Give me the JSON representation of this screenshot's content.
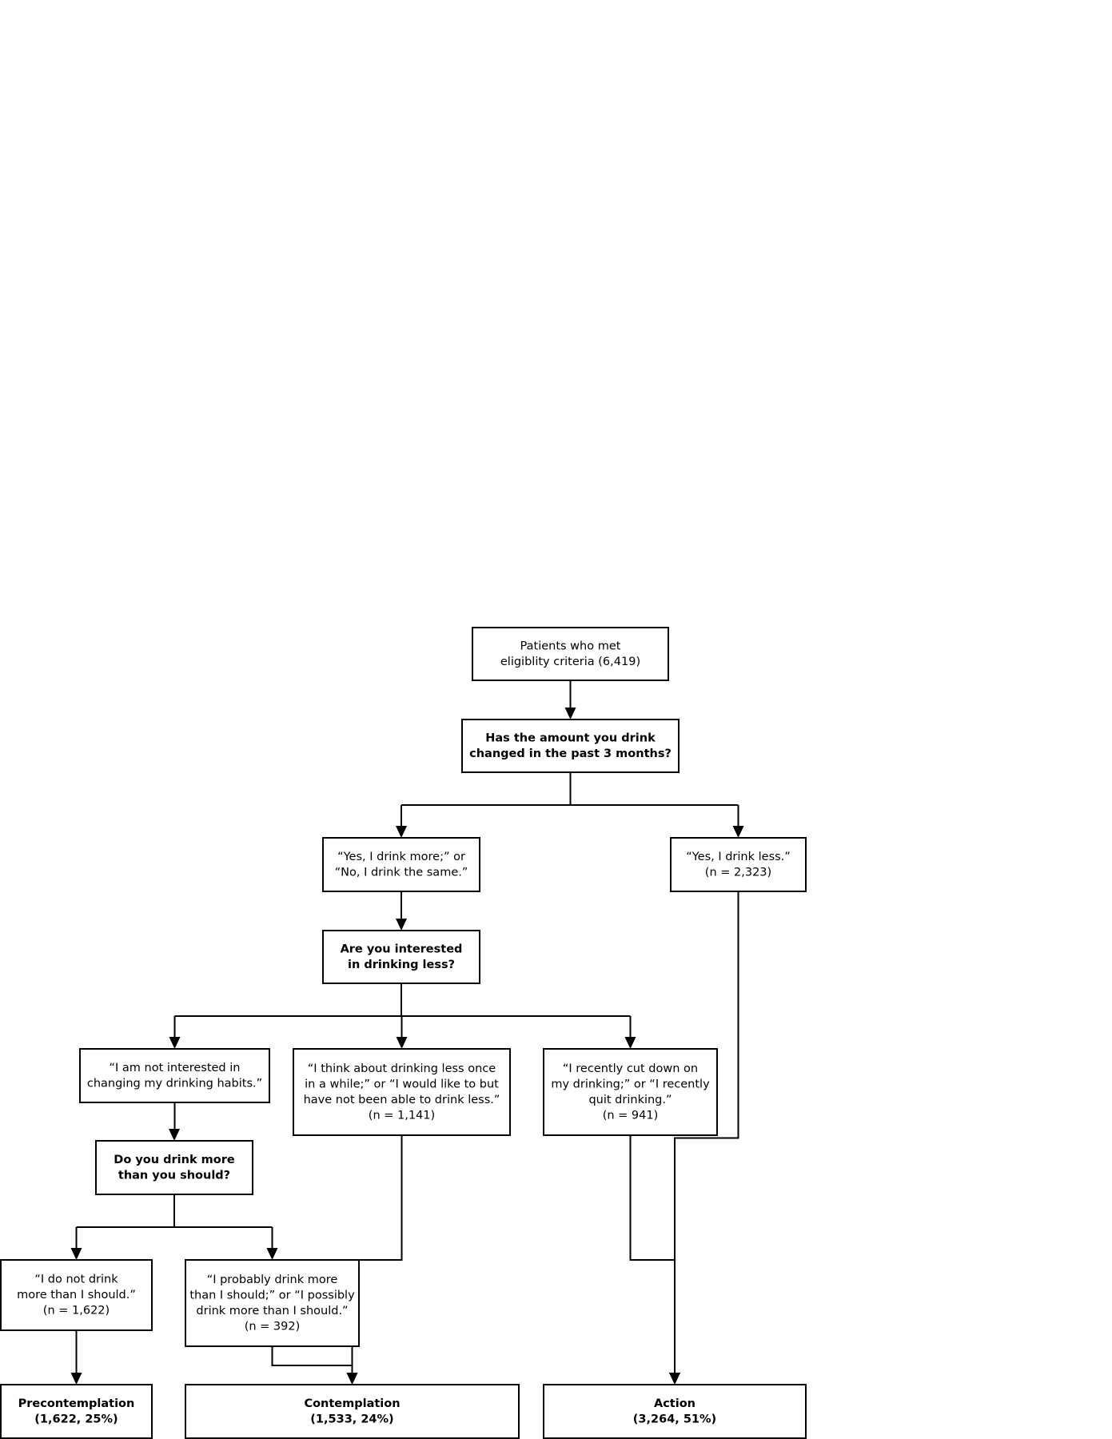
{
  "nodes": [
    {
      "id": "eligible",
      "lines": [
        "Patients who met",
        "eligiblity criteria (6,419)"
      ],
      "bold": false
    },
    {
      "id": "q-changed",
      "lines": [
        "Has the amount you drink",
        "changed in the past 3 months?"
      ],
      "bold": true
    },
    {
      "id": "more-same",
      "lines": [
        "“Yes, I drink more;” or",
        "“No, I drink the same.”"
      ],
      "bold": false
    },
    {
      "id": "less",
      "lines": [
        "“Yes, I drink less.”",
        "(n = 2,323)"
      ],
      "bold": false
    },
    {
      "id": "q-interested",
      "lines": [
        "Are you interested",
        "in drinking less?"
      ],
      "bold": true
    },
    {
      "id": "not-interested",
      "lines": [
        "“I am not interested in",
        "changing my drinking habits.”"
      ],
      "bold": false
    },
    {
      "id": "think-less",
      "lines": [
        "“I think about drinking less once",
        "in a while;” or “I would like to but",
        "have not been able to drink less.”",
        "(n = 1,141)"
      ],
      "bold": false
    },
    {
      "id": "recently-cut",
      "lines": [
        "“I recently cut down on",
        "my drinking;” or “I recently",
        "quit drinking.”",
        "(n = 941)"
      ],
      "bold": false
    },
    {
      "id": "q-more-than-should",
      "lines": [
        "Do you drink more",
        "than you should?"
      ],
      "bold": true
    },
    {
      "id": "not-more",
      "lines": [
        "“I do not drink",
        "more than I should.”",
        "(n = 1,622)"
      ],
      "bold": false
    },
    {
      "id": "probably-more",
      "lines": [
        "“I probably drink more",
        "than I should;” or “I possibly",
        "drink more than I should.”",
        "(n = 392)"
      ],
      "bold": false
    },
    {
      "id": "precontemplation",
      "lines": [
        "Precontemplation",
        "(1,622, 25%)"
      ],
      "bold": true
    },
    {
      "id": "contemplation",
      "lines": [
        "Contemplation",
        "(1,533, 24%)"
      ],
      "bold": true
    },
    {
      "id": "action",
      "lines": [
        "Action",
        "(3,264, 51%)"
      ],
      "bold": true
    }
  ],
  "edges": [
    {
      "from": "eligible",
      "to": "q-changed"
    },
    {
      "from": "q-changed",
      "to": "more-same"
    },
    {
      "from": "q-changed",
      "to": "less"
    },
    {
      "from": "more-same",
      "to": "q-interested"
    },
    {
      "from": "less",
      "to": "action"
    },
    {
      "from": "q-interested",
      "to": "not-interested"
    },
    {
      "from": "q-interested",
      "to": "think-less"
    },
    {
      "from": "q-interested",
      "to": "recently-cut"
    },
    {
      "from": "not-interested",
      "to": "q-more-than-should"
    },
    {
      "from": "think-less",
      "to": "contemplation"
    },
    {
      "from": "recently-cut",
      "to": "action"
    },
    {
      "from": "q-more-than-should",
      "to": "not-more"
    },
    {
      "from": "q-more-than-should",
      "to": "probably-more"
    },
    {
      "from": "not-more",
      "to": "precontemplation"
    },
    {
      "from": "probably-more",
      "to": "contemplation"
    }
  ]
}
